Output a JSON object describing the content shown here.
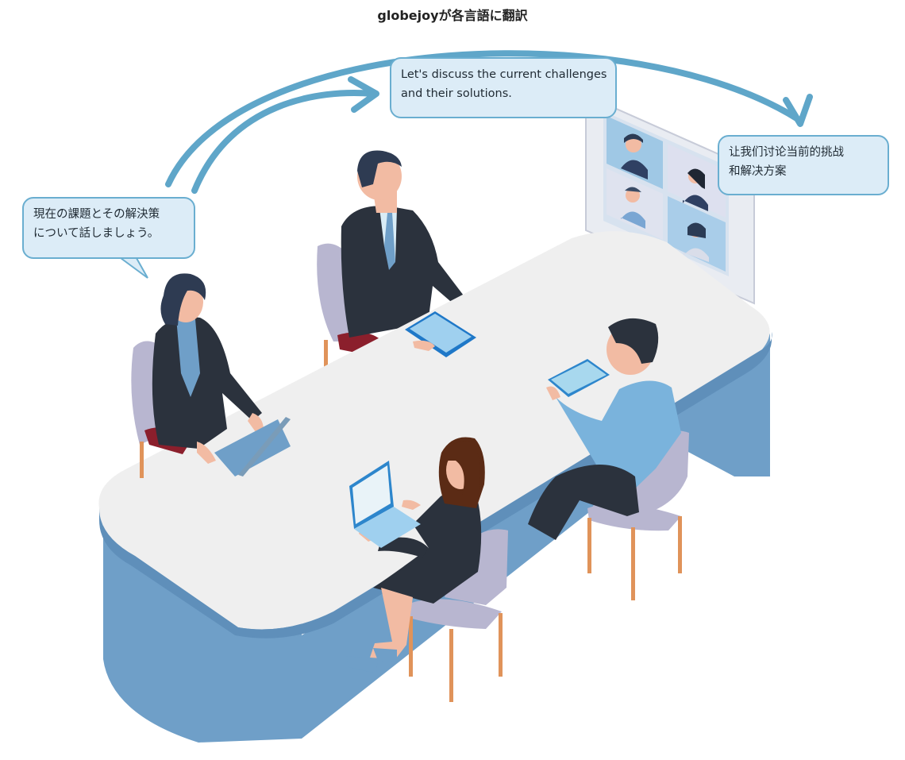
{
  "title": "globejoyが各言語に翻訳",
  "bubbles": {
    "en": {
      "line1": "Let's discuss the current challenges",
      "line2": "and their solutions."
    },
    "ja": {
      "line1": "現在の課題とその解決策",
      "line2": "について話しましょう。"
    },
    "zh": {
      "line1": "让我们讨论当前的挑战",
      "line2": "和解决方案"
    }
  },
  "colors": {
    "arrow": "#5fa6c9",
    "table_top": "#efefef",
    "table_side": "#6f9fc8",
    "bubble_fill": "#dcecf7",
    "bubble_border": "#6aaed0",
    "suit": "#2b323d",
    "chair": "#b8b6d0",
    "chair_legs": "#e0935a"
  }
}
